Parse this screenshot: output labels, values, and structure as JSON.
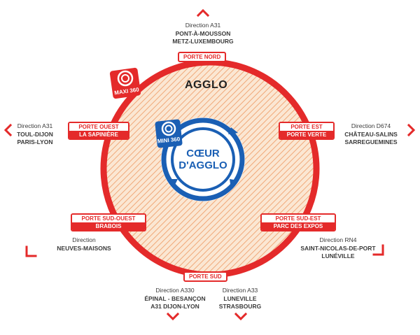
{
  "zones": {
    "outer": "AGGLO",
    "inner_line1": "CŒUR",
    "inner_line2": "D'AGGLO"
  },
  "badges": {
    "maxi": "MAXI 360",
    "mini": "MINI 360"
  },
  "portes": {
    "nord": {
      "name": "PORTE NORD"
    },
    "ouest": {
      "name": "PORTE OUEST",
      "place": "LA SAPINIÈRE"
    },
    "est": {
      "name": "PORTE EST",
      "place": "PORTE VERTE"
    },
    "sud_ouest": {
      "name": "PORTE SUD-OUEST",
      "place": "BRABOIS"
    },
    "sud_est": {
      "name": "PORTE SUD-EST",
      "place": "PARC DES EXPOS"
    },
    "sud": {
      "name": "PORTE SUD"
    }
  },
  "directions": {
    "north": {
      "line1": "Direction A31",
      "line2": "PONT-À-MOUSSON",
      "line3": "METZ-LUXEMBOURG"
    },
    "west": {
      "line1": "Direction A31",
      "line2": "TOUL-DIJON",
      "line3": "PARIS-LYON"
    },
    "east": {
      "line1": "Direction D674",
      "line2": "CHÂTEAU-SALINS",
      "line3": "SARREGUEMINES"
    },
    "southwest": {
      "line1": "Direction",
      "line2": "NEUVES-MAISONS"
    },
    "southeast": {
      "line1": "Direction RN4",
      "line2": "SAINT-NICOLAS-DE-PORT",
      "line3": "LUNÉVILLE"
    },
    "south1": {
      "line1": "Direction A330",
      "line2": "ÉPINAL - BESANÇON",
      "line3": "A31 DIJON-LYON"
    },
    "south2": {
      "line1": "Direction A33",
      "line2": "LUNEVILLE",
      "line3": "STRASBOURG"
    }
  },
  "colors": {
    "red": "#e42a2a",
    "blue": "#1a5fb4",
    "hatch": "#f2b48a",
    "fill": "#fbe3cc"
  }
}
